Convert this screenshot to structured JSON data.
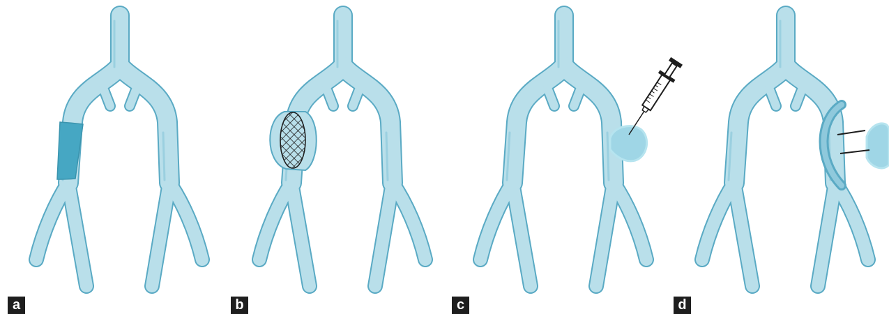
{
  "figure": {
    "panels": [
      {
        "label": "a",
        "intervention": "graft-segment"
      },
      {
        "label": "b",
        "intervention": "mesh-wrapped-aneurysm"
      },
      {
        "label": "c",
        "intervention": "syringe-injection-into-aneurysm"
      },
      {
        "label": "d",
        "intervention": "bypass-with-ligated-aneurysm"
      }
    ],
    "colors": {
      "vessel_fill": "#b9dfea",
      "vessel_stroke": "#5aaac4",
      "vessel_shadow": "#8fc9dc",
      "graft": "#46a7c3",
      "mesh": "#1e1e1e",
      "aneurysm_fill": "#9fd6e6",
      "label_bg": "#1e1e1e",
      "label_text": "#ffffff"
    }
  }
}
